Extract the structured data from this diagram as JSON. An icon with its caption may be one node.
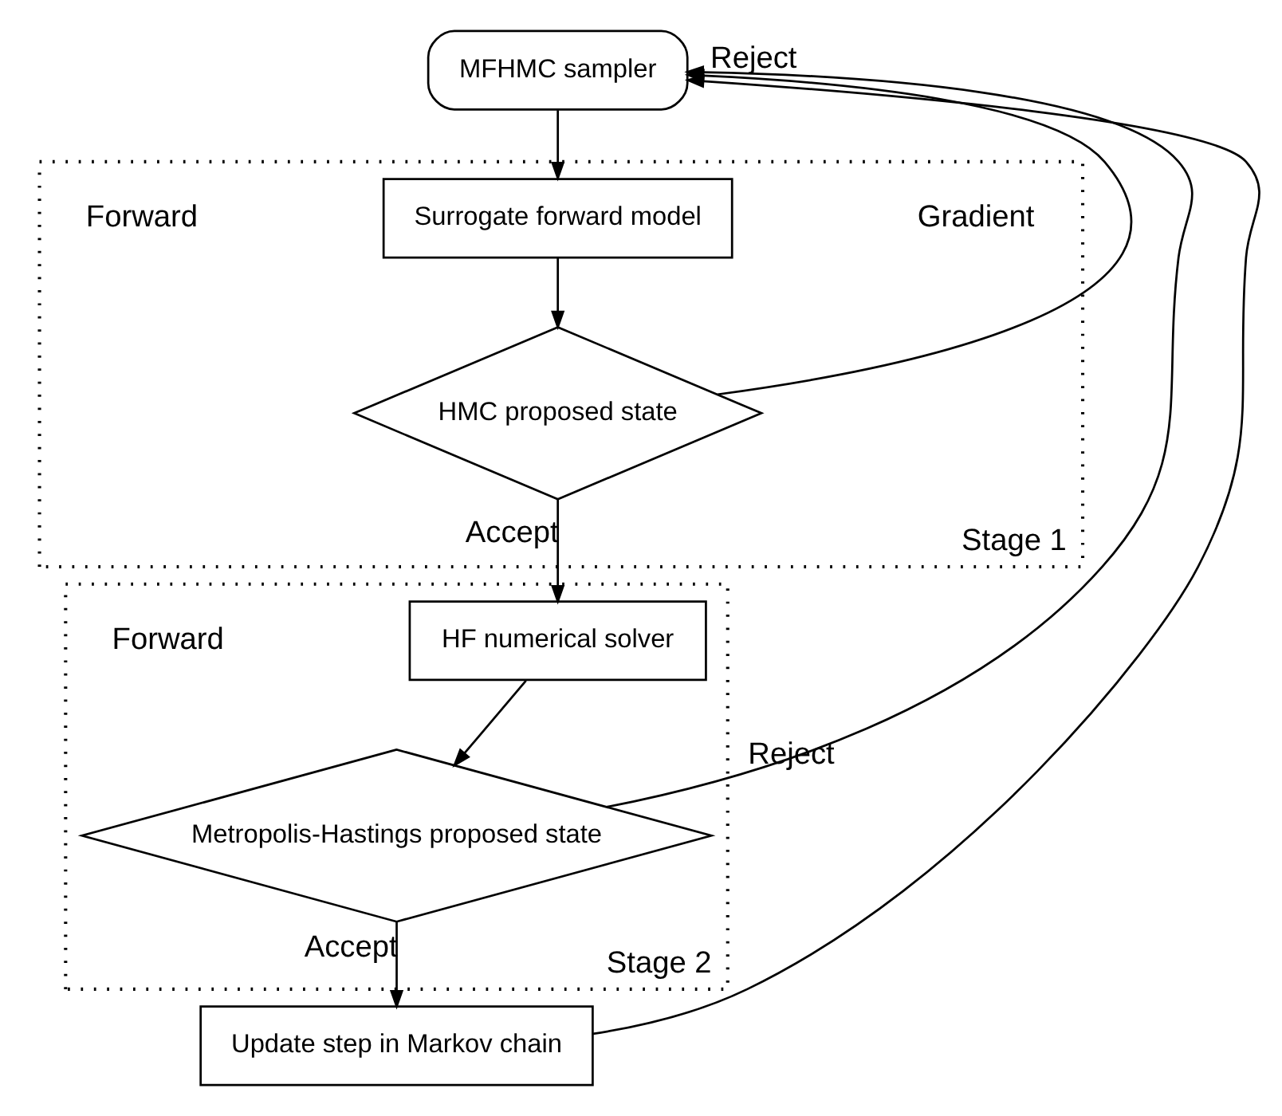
{
  "diagram": {
    "nodes": [
      {
        "text": [
          "MFHMC sampler"
        ]
      },
      {
        "text": [
          "Stage 1"
        ]
      },
      {
        "text": [
          "Surrogate forward model"
        ],
        "in": 1
      },
      {
        "text": [
          "HMC proposed state"
        ],
        "in": 1
      },
      {
        "text": [
          "Stage 2"
        ]
      },
      {
        "text": [
          "HF numerical solver"
        ],
        "in": 4
      },
      {
        "text": [
          "Metropolis-Hastings proposed state"
        ],
        "in": 4
      },
      {
        "text": [
          "Update step in Markov chain"
        ]
      }
    ],
    "edges": [
      {
        "from": 0,
        "to": 2,
        "arrow": "to"
      },
      {
        "from": 2,
        "to": 3,
        "arrow": "to"
      },
      {
        "from": 3,
        "to": 5,
        "arrow": "to",
        "label": "Accept"
      },
      {
        "from": 5,
        "to": 6,
        "arrow": "to"
      },
      {
        "from": 6,
        "to": 7,
        "arrow": "to",
        "label": "Accept"
      },
      {
        "from": 7,
        "to": 0,
        "arrow": "to"
      },
      {
        "from": 3,
        "to": 0,
        "arrow": "to",
        "label": "Reject"
      },
      {
        "from": 6,
        "to": 0,
        "arrow": "to",
        "label": "Reject"
      }
    ],
    "labels": [
      "Forward",
      "Gradient",
      "Forward"
    ]
  }
}
